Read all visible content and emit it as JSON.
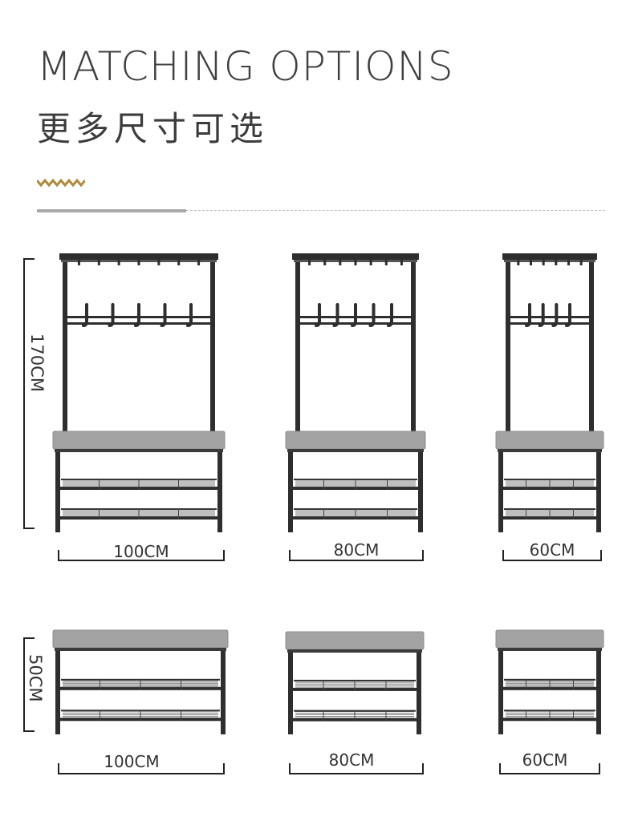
{
  "header": {
    "title": "MATCHING OPTIONS",
    "subtitle": "更多尺寸可选"
  },
  "colors": {
    "frame": "#2e2e2e",
    "seat": "#a3a3a3",
    "accent_zigzag": "#b08a3e",
    "divider": "#a8a8a8"
  },
  "height_labels": {
    "tall": "170CM",
    "short": "50CM"
  },
  "tall_row": [
    {
      "width_label": "100CM",
      "hooks": 5
    },
    {
      "width_label": "80CM",
      "hooks": 5
    },
    {
      "width_label": "60CM",
      "hooks": 4
    }
  ],
  "short_row": [
    {
      "width_label": "100CM"
    },
    {
      "width_label": "80CM"
    },
    {
      "width_label": "60CM"
    }
  ]
}
